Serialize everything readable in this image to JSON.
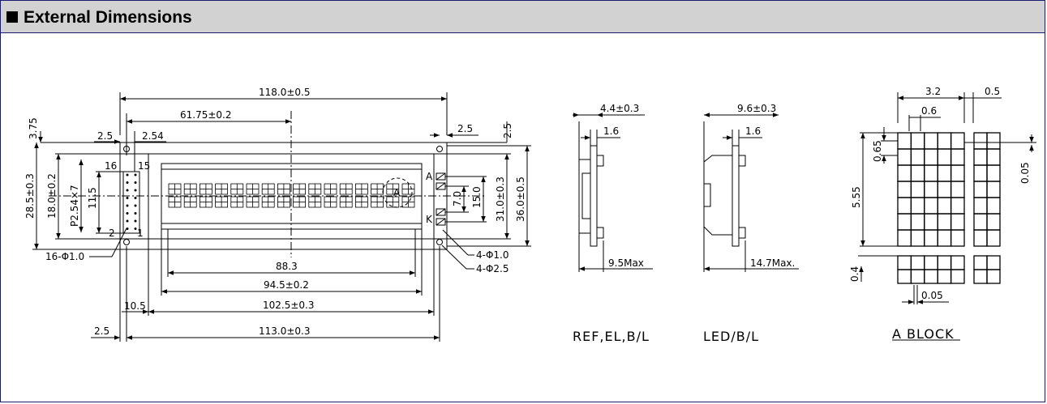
{
  "header": {
    "title": "External Dimensions"
  },
  "main_view": {
    "overall_width": "118.0±0.5",
    "pin1_offset": "61.75±0.2",
    "top_left_margin": "2.5",
    "pin_pitch": "2.54",
    "top_right_margin": "2.5",
    "top_right_vertical": "2.5",
    "left_top_vertical": "3.75",
    "pin_16": "16",
    "pin_15": "15",
    "pin_2": "2",
    "pin_1": "1",
    "height_outer": "28.5±0.3",
    "height_view": "18.0±0.2",
    "pin_spacing": "P2.54×7",
    "pin_span": "11.5",
    "anode": "A",
    "cathode": "K",
    "led_gap": "7.0",
    "led_span": "15.0",
    "viewing_height": "31.0±0.3",
    "total_height": "36.0±0.5",
    "pin_holes": "16-Φ1.0",
    "mount_hole_1": "4-Φ1.0",
    "mount_hole_2": "4-Φ2.5",
    "active_area": "88.3",
    "view_area": "94.5±0.2",
    "left_offset": "10.5",
    "bezel_width": "102.5±0.3",
    "bottom_left_margin": "2.5",
    "pcb_width": "113.0±0.3",
    "block_label": "A"
  },
  "side_el": {
    "thickness": "4.4±0.3",
    "pcb": "1.6",
    "max": "9.5Max",
    "caption": "REF,EL,B/L"
  },
  "side_led": {
    "thickness": "9.6±0.3",
    "pcb": "1.6",
    "max": "14.7Max.",
    "caption": "LED/B/L"
  },
  "block": {
    "char_width": "3.2",
    "char_gap": "0.5",
    "dot_width": "0.6",
    "char_height": "5.55",
    "dot_height": "0.65",
    "dot_gap_v": "0.05",
    "cursor": "0.4",
    "dot_gap_h": "0.05",
    "caption": "A BLOCK"
  }
}
